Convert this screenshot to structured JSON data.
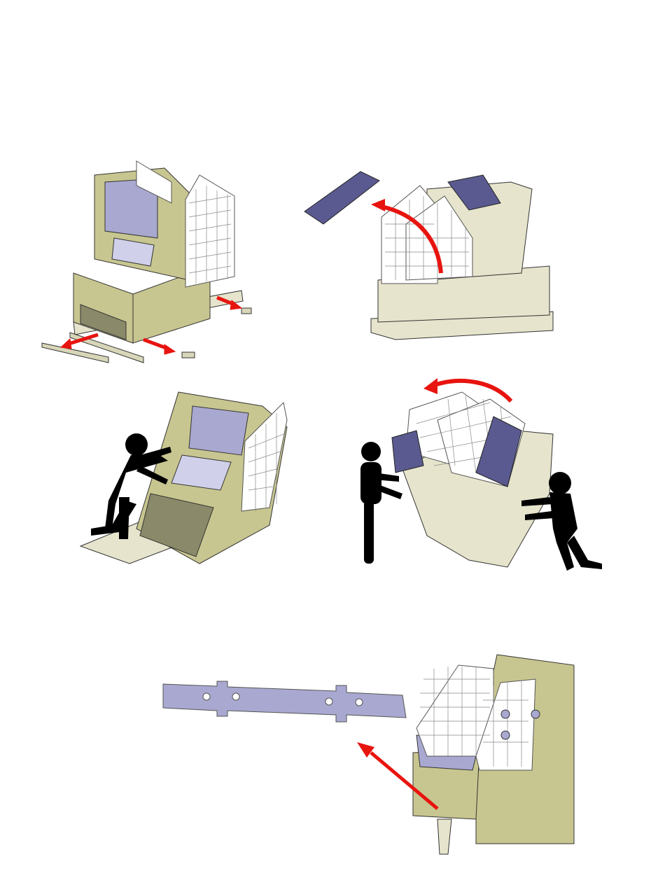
{
  "page": {
    "type": "assembly-instruction-sheet"
  },
  "steps": [
    {
      "id": 1,
      "illustration": "remove-shipping-blocks",
      "arrow_color": "#e8140f"
    },
    {
      "id": 2,
      "illustration": "remove-top-panel",
      "arrow_color": "#e8140f"
    },
    {
      "id": 3,
      "illustration": "push-cabinet-off-pallet"
    },
    {
      "id": 4,
      "illustration": "tilt-cabinet-upright",
      "arrow_color": "#e8140f"
    },
    {
      "id": 5,
      "illustration": "remove-bracket-bar",
      "arrow_color": "#e8140f"
    }
  ],
  "colors": {
    "cabinet_olive": "#c8c690",
    "cabinet_cream": "#e6e4cc",
    "panel_blue": "#5a5a90",
    "panel_lavender": "#a8a8d0",
    "mesh": "#777777",
    "arrow_red": "#e8140f",
    "figure_black": "#000000"
  }
}
